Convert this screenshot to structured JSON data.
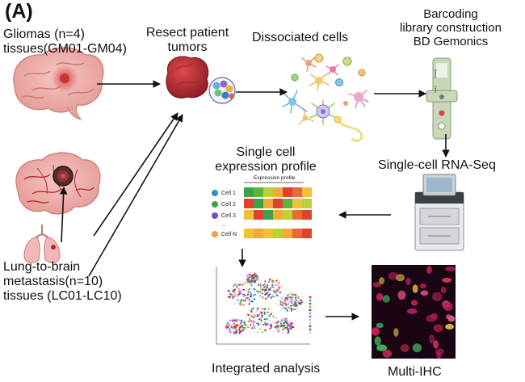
{
  "panel_label": "(A)",
  "nodes": {
    "gliomas": "Gliomas (n=4)\ntissues(GM01-GM04)",
    "resect": "Resect patient\ntumors",
    "dissociated": "Dissociated cells",
    "barcoding": "Barcoding\nlibrary construction\nBD Gemonics",
    "scrnaseq": "Single-cell RNA-Seq",
    "expression": "Single cell\nexpression profile",
    "metastasis": "Lung-to-brain\nmetastasis(n=10)\ntissues (LC01-LC10)",
    "integrated": "Integrated analysis",
    "multiihc": "Multi-IHC"
  },
  "expression_profile": {
    "title": "Expression profile",
    "cells": [
      {
        "name": "Cell 1",
        "dot": "#2b8fd6"
      },
      {
        "name": "Cell 2",
        "dot": "#3aa34a"
      },
      {
        "name": "Cell 3",
        "dot": "#7a4fb5"
      },
      {
        "name": "...",
        "dot": ""
      },
      {
        "name": "Cell N",
        "dot": "#f0a040"
      }
    ]
  }
}
